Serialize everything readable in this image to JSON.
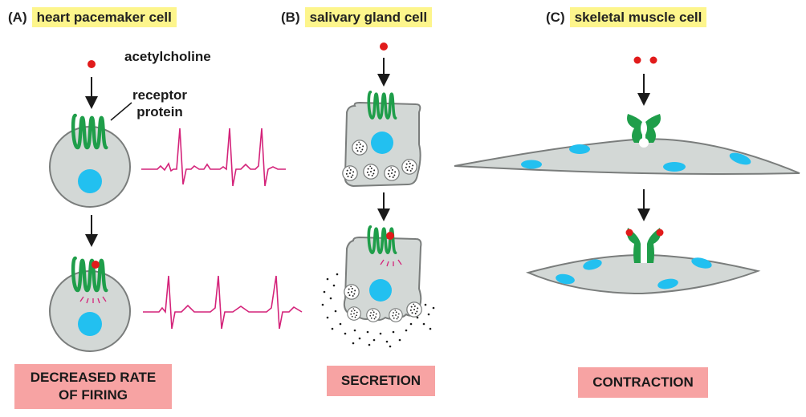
{
  "panels": [
    {
      "letter": "(A)",
      "title": "heart pacemaker cell",
      "result_lines": [
        "DECREASED RATE",
        "OF FIRING"
      ]
    },
    {
      "letter": "(B)",
      "title": "salivary gland cell",
      "result_lines": [
        "SECRETION"
      ]
    },
    {
      "letter": "(C)",
      "title": "skeletal muscle cell",
      "result_lines": [
        "CONTRACTION"
      ]
    }
  ],
  "labels": {
    "acetylcholine": "acetylcholine",
    "receptor_line1": "receptor",
    "receptor_line2": "protein"
  },
  "colors": {
    "cell_fill": "#d3d8d6",
    "cell_stroke": "#7a7d7c",
    "nucleus": "#22c0f0",
    "receptor": "#1f9e4a",
    "ligand": "#e11b1b",
    "trace": "#d4237a",
    "title_bg": "#fdf58c",
    "result_bg": "#f7a3a3"
  }
}
